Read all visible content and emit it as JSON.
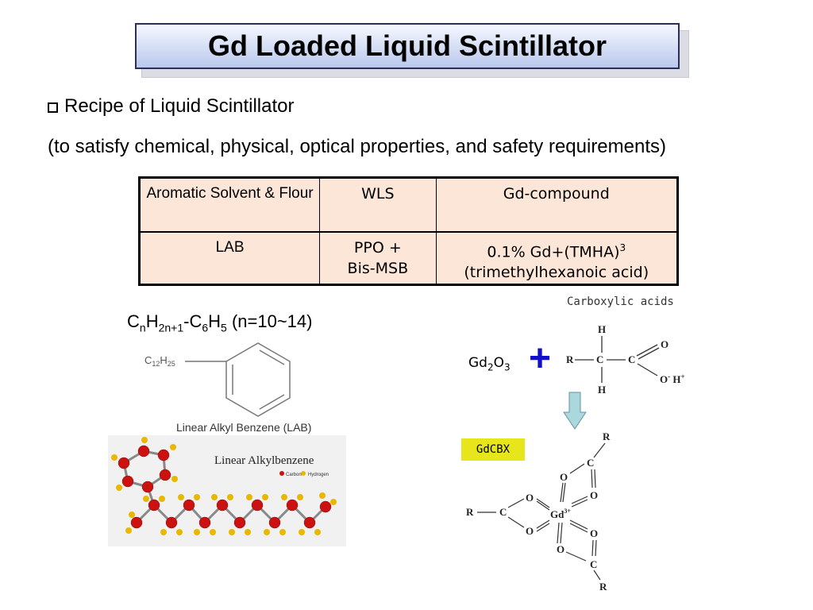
{
  "title": "Gd Loaded Liquid Scintillator",
  "recipe": {
    "heading": "Recipe of Liquid Scintillator",
    "subheading": "(to satisfy chemical, physical, optical properties, and safety requirements)"
  },
  "table": {
    "headers": [
      "Aromatic Solvent & Flour",
      "WLS",
      "Gd-compound"
    ],
    "row": {
      "solvent": "LAB",
      "wls_line1": "PPO +",
      "wls_line2": "Bis-MSB",
      "gd_line1": "0.1%  Gd+(TMHA)",
      "gd_line1_sup": "3",
      "gd_line2": "(trimethylhexanoic acid)"
    }
  },
  "lab": {
    "formula": {
      "c1": "C",
      "n": "n",
      "h1": "H",
      "sub_h": "2n+1",
      "dash": "-C",
      "six": "6",
      "h2": "H",
      "five": "5",
      "range": " (n=10~14)"
    },
    "structure_substituent": "C12H25",
    "structure_caption": "Linear Alkyl Benzene (LAB)",
    "model_title": "Linear Alkylbenzene",
    "legend": [
      "Carbon",
      "Hydrogen"
    ]
  },
  "reaction": {
    "carboxylic_label": "Carboxylic acids",
    "gd2o3": {
      "gd": "Gd",
      "two": "2",
      "o": "O",
      "three": "3"
    },
    "plus": "+",
    "product_label": "GdCBX"
  },
  "colors": {
    "title_border": "#2a2f55",
    "table_bg": "#fbe6d8",
    "plus": "#1010cc",
    "badge": "#e6e61a",
    "arrow": "#aad8dc",
    "atom": "#cc1111",
    "hydrogen": "#e8b800"
  }
}
